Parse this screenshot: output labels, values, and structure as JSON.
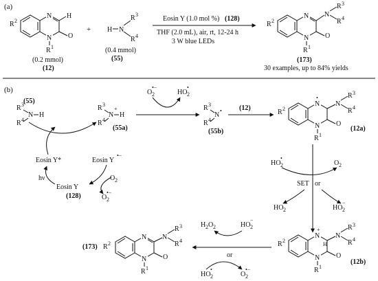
{
  "panel_a": {
    "label": "(a)",
    "reactant1": {
      "r2": "R",
      "sup2": "2",
      "n_r1": "R",
      "sup1": "1",
      "o": "O",
      "h": "H",
      "amount": "(0.2 mmol)",
      "id": "(12)"
    },
    "plus": "+",
    "reactant2": {
      "h": "H",
      "n": "N",
      "r3": "R",
      "sup3": "3",
      "r4": "R",
      "sup4": "4",
      "amount": "(0.4 mmol)",
      "id": "(55)"
    },
    "conditions": {
      "line1": "Eosin Y (1.0 mol  %)",
      "line1_id": "(128)",
      "line2": "THF (2.0 mL), air, rt, 12-24 h",
      "line3": "3 W blue LEDs"
    },
    "product": {
      "id": "(173)",
      "note": "30 examples, up to 84% yields"
    }
  },
  "panel_b": {
    "label": "(b)",
    "amine": {
      "id": "(55)",
      "r3": "R",
      "sup3": "3",
      "r4": "R",
      "sup4": "4",
      "n": "N",
      "h": "H"
    },
    "radical_cation": {
      "id": "(55a)",
      "charge": "+•"
    },
    "radical": {
      "id": "(55b)",
      "n": "N•"
    },
    "o2_minus": "O",
    "ho2": "HO",
    "reagent12": "(12)",
    "inter12a": {
      "id": "(12a)"
    },
    "inter12b": {
      "id": "(12b)"
    },
    "catalyst": {
      "excited": "Eosin Y*",
      "reduced": "Eosin Y",
      "ground": "Eosin Y",
      "id": "(128)",
      "hv": "hν"
    },
    "o2": "O",
    "set_label": "SET",
    "or_label": "or",
    "h2o2": "H",
    "product_id": "(173)"
  }
}
